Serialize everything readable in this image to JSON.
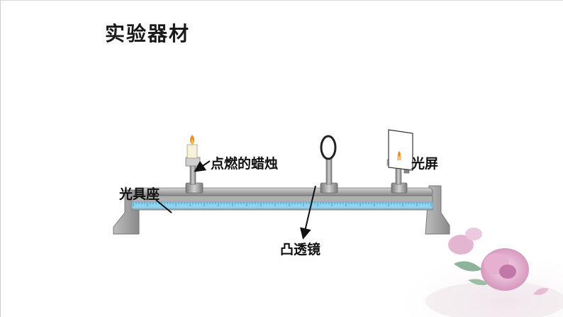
{
  "slide": {
    "title": "实验器材"
  },
  "labels": {
    "candle": "点燃的蜡烛",
    "screen": "光屏",
    "optical_bench": "光具座",
    "convex_lens": "凸透镜"
  },
  "colors": {
    "background": "#ffffff",
    "ruler": "#8fd3f0",
    "rail": "#9a9a9a",
    "flame": "#f08a1c",
    "rose": "#d98bb8"
  },
  "icons": {
    "candle": "lit-candle-icon",
    "lens": "convex-lens-icon",
    "screen": "light-screen-icon",
    "decoration": "rose-decoration"
  }
}
